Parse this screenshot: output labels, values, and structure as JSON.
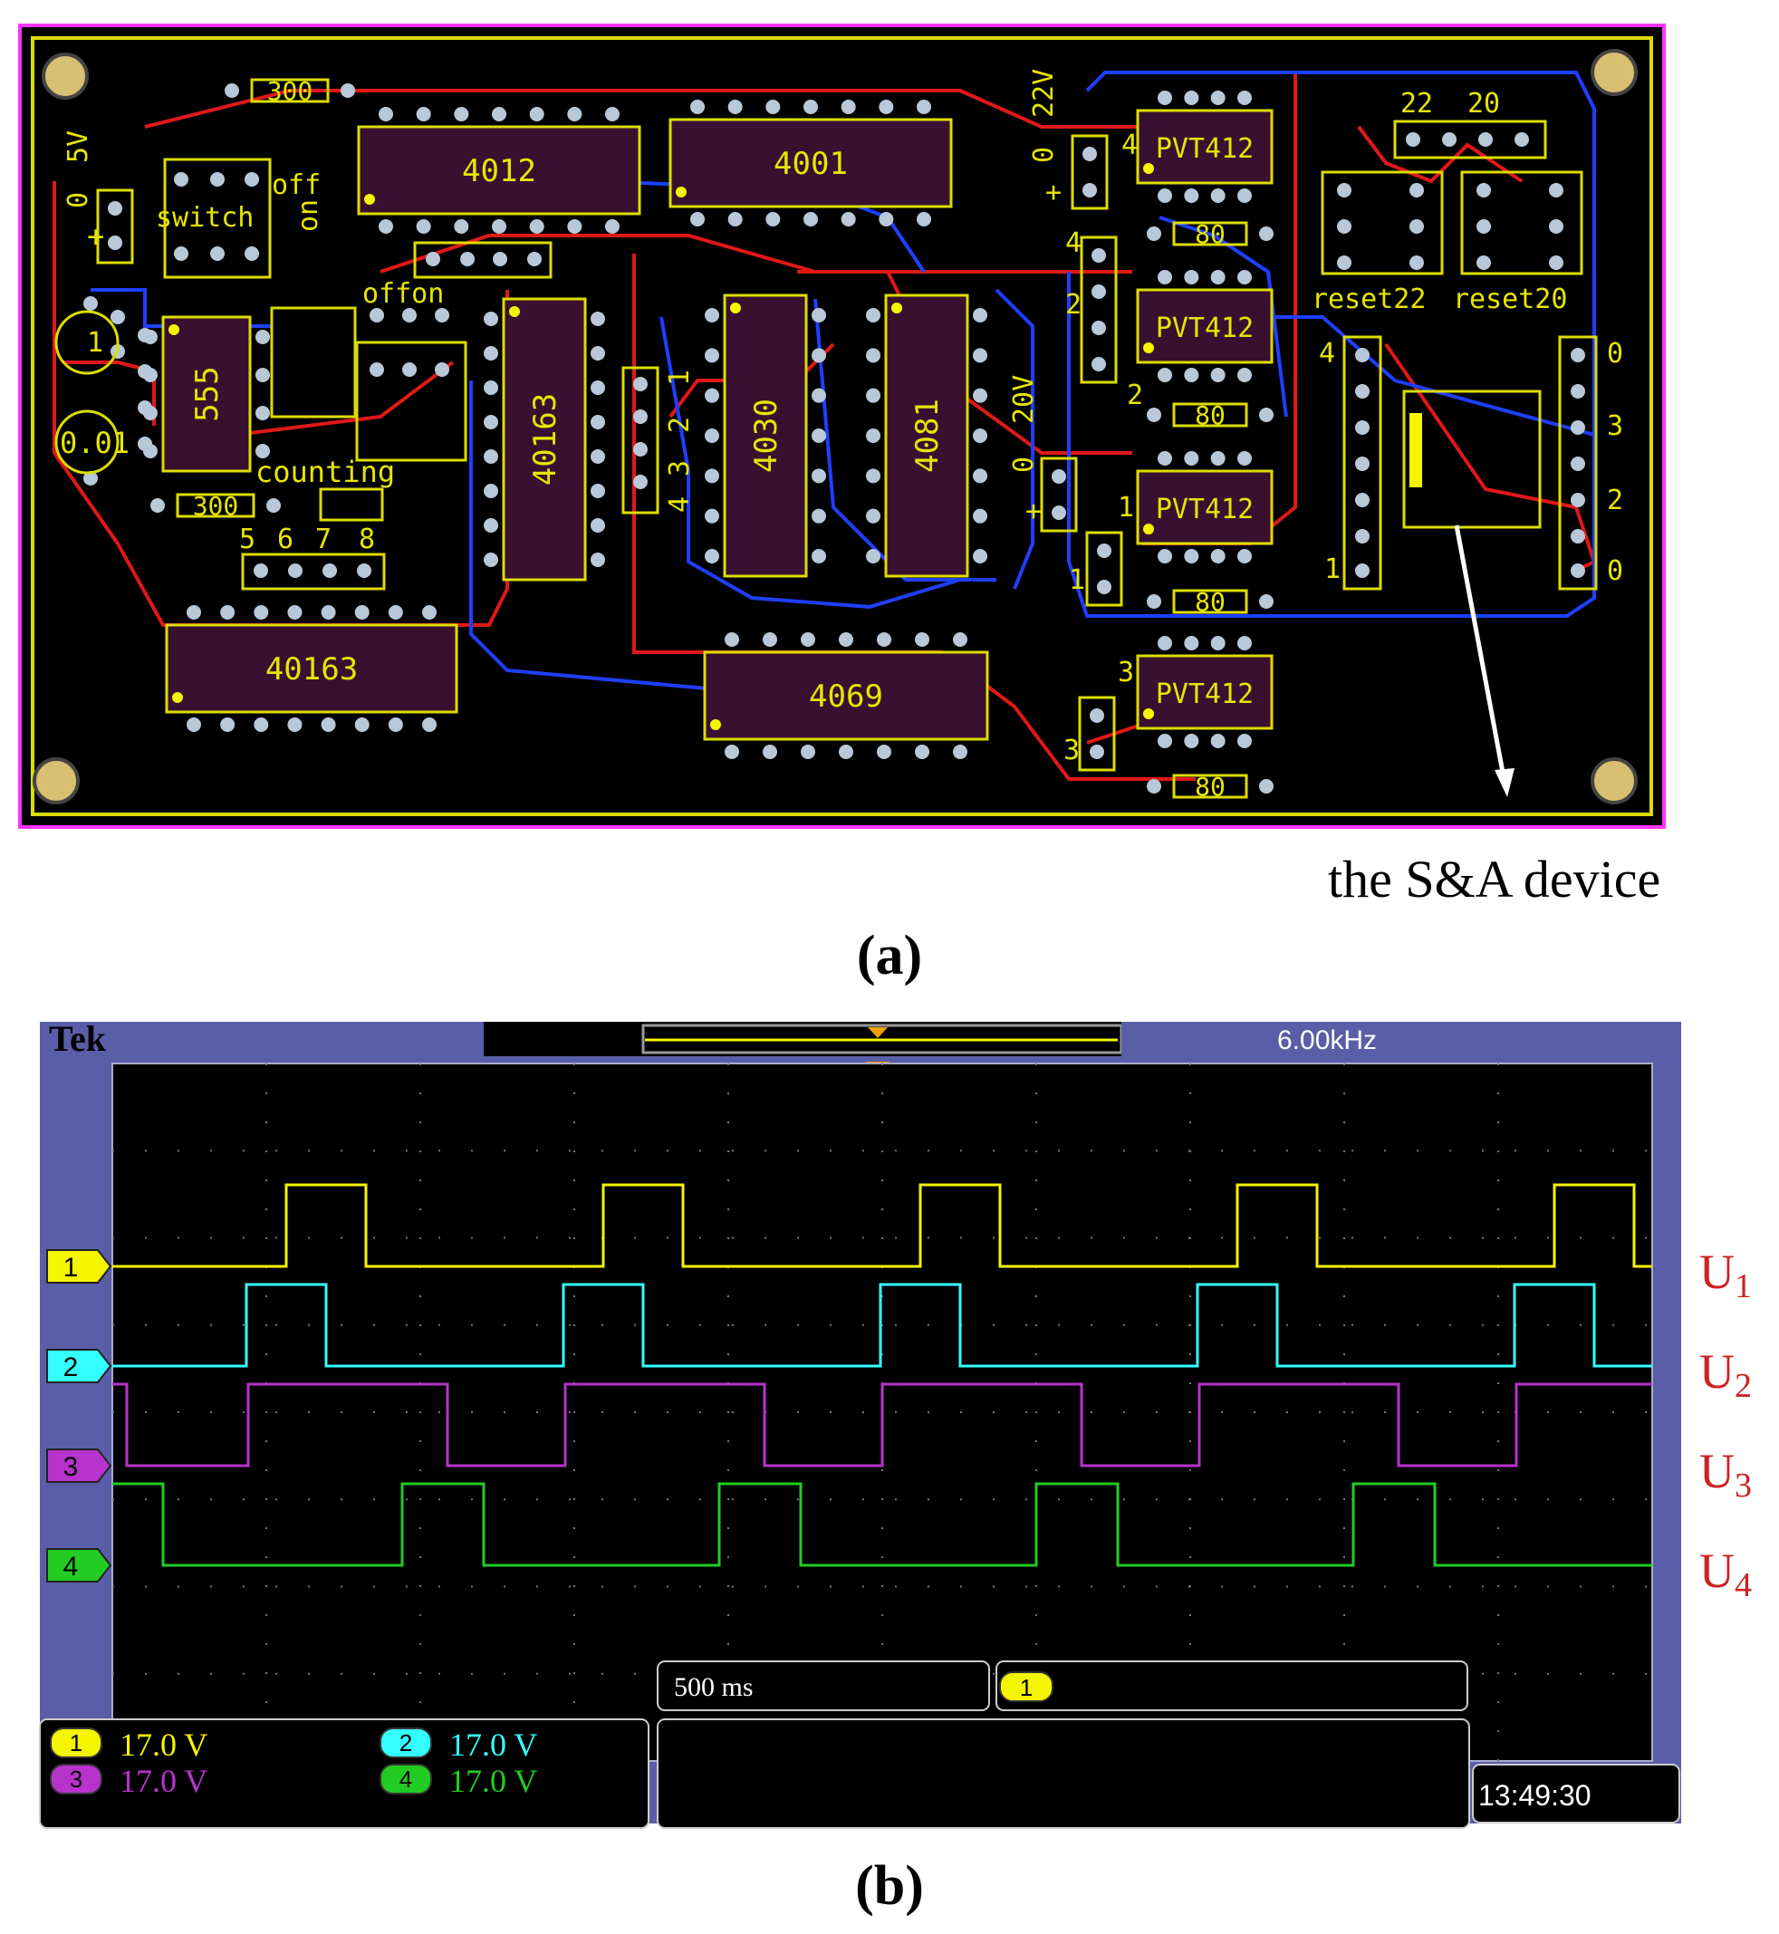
{
  "figure_a": {
    "caption": "(a)",
    "annotation": "the S&A device",
    "components": {
      "ics": [
        {
          "label": "4012"
        },
        {
          "label": "4001"
        },
        {
          "label": "555"
        },
        {
          "label": "40163"
        },
        {
          "label": "4030"
        },
        {
          "label": "4081"
        },
        {
          "label": "40163"
        },
        {
          "label": "4069"
        },
        {
          "label": "PVT412"
        },
        {
          "label": "PVT412"
        },
        {
          "label": "PVT412"
        },
        {
          "label": "PVT412"
        }
      ],
      "resistors": [
        {
          "label": "300"
        },
        {
          "label": "300"
        },
        {
          "label": "80"
        },
        {
          "label": "80"
        },
        {
          "label": "80"
        },
        {
          "label": "80"
        }
      ],
      "text_labels": [
        {
          "text": "5V"
        },
        {
          "text": "0"
        },
        {
          "text": "+"
        },
        {
          "text": "switch"
        },
        {
          "text": "off"
        },
        {
          "text": "on"
        },
        {
          "text": "offon"
        },
        {
          "text": "counting"
        },
        {
          "text": "1"
        },
        {
          "text": "0.01"
        },
        {
          "text": "5"
        },
        {
          "text": "6"
        },
        {
          "text": "7"
        },
        {
          "text": "8"
        },
        {
          "text": "1"
        },
        {
          "text": "2"
        },
        {
          "text": "3"
        },
        {
          "text": "4"
        },
        {
          "text": "20V"
        },
        {
          "text": "0"
        },
        {
          "text": "+"
        },
        {
          "text": "22V"
        },
        {
          "text": "0"
        },
        {
          "text": "+"
        },
        {
          "text": "4"
        },
        {
          "text": "4"
        },
        {
          "text": "2"
        },
        {
          "text": "2"
        },
        {
          "text": "1"
        },
        {
          "text": "1"
        },
        {
          "text": "3"
        },
        {
          "text": "3"
        },
        {
          "text": "22"
        },
        {
          "text": "20"
        },
        {
          "text": "reset22"
        },
        {
          "text": "reset20"
        },
        {
          "text": "4"
        },
        {
          "text": "1"
        },
        {
          "text": "0"
        },
        {
          "text": "3"
        },
        {
          "text": "2"
        },
        {
          "text": "0"
        }
      ]
    }
  },
  "figure_b": {
    "caption": "(b)",
    "brand": "Tek",
    "frequency": "6.00kHz",
    "timebase": "500 ms",
    "trigger_channel": "1",
    "timestamp": "13:49:30",
    "channels": [
      {
        "id": "1",
        "scale": "17.0 V",
        "color": "#f5f500",
        "label_main": "U",
        "label_sub": "1"
      },
      {
        "id": "2",
        "scale": "17.0 V",
        "color": "#33ffff",
        "label_main": "U",
        "label_sub": "2"
      },
      {
        "id": "3",
        "scale": "17.0 V",
        "color": "#b833cc",
        "label_main": "U",
        "label_sub": "3"
      },
      {
        "id": "4",
        "scale": "17.0 V",
        "color": "#22cc22",
        "label_main": "U",
        "label_sub": "4"
      }
    ],
    "colors": {
      "frame": "#5a5ea8",
      "screen": "#000000",
      "grid": "#777777",
      "label_red": "#cc2222"
    }
  }
}
